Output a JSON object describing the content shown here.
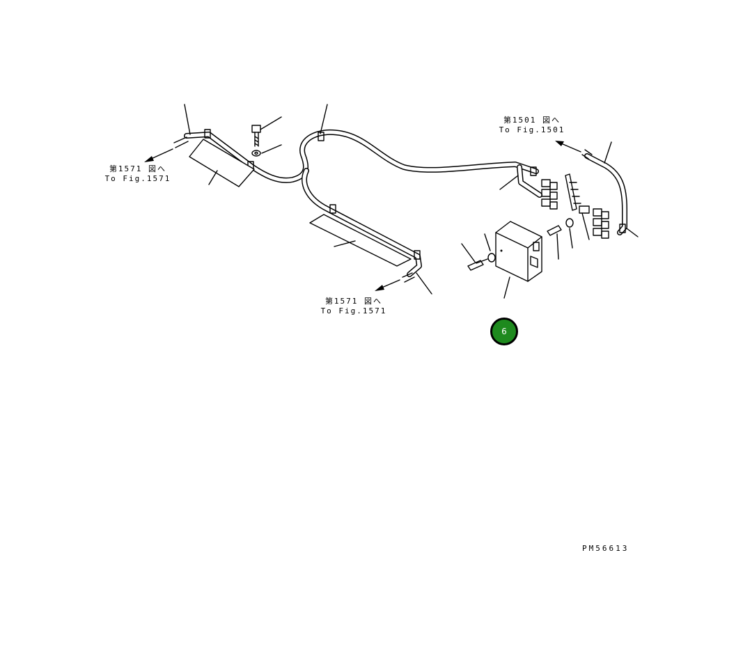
{
  "references": [
    {
      "id": "ref-1571-left",
      "ja": "第1571 図へ",
      "en": "To Fig.1571"
    },
    {
      "id": "ref-1571-bottom",
      "ja": "第1571 図へ",
      "en": "To Fig.1571"
    },
    {
      "id": "ref-1501",
      "ja": "第1501 図へ",
      "en": "To Fig.1501"
    }
  ],
  "callout": {
    "number": "6",
    "color": "#1e8a1e"
  },
  "drawing_number": "PM56613"
}
